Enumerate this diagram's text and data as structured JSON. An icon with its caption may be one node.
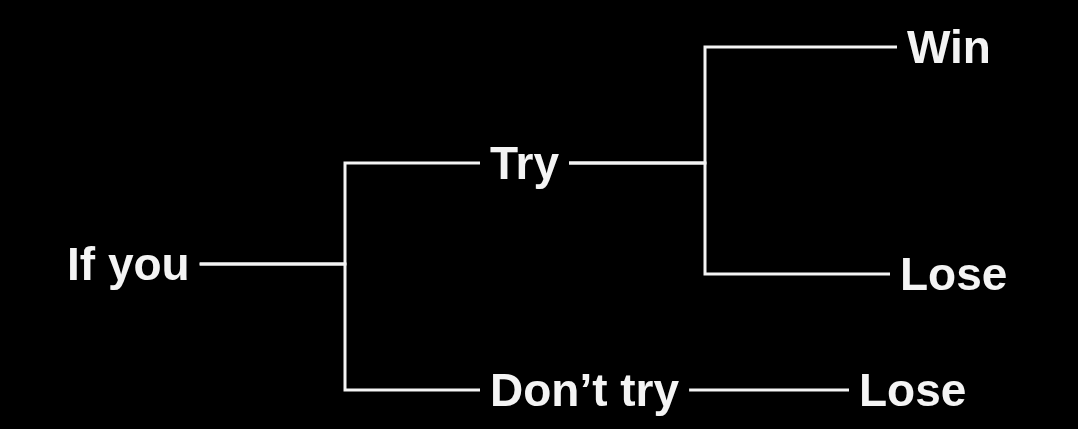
{
  "diagram": {
    "nodes": [
      {
        "text": [
          "If you"
        ]
      },
      {
        "text": [
          "Try"
        ]
      },
      {
        "text": [
          "Don’t try"
        ]
      },
      {
        "text": [
          "Win"
        ]
      },
      {
        "text": [
          "Lose"
        ]
      },
      {
        "text": [
          "Lose"
        ]
      }
    ],
    "edges": [
      {
        "from": 0,
        "to": 1,
        "arrow": "none"
      },
      {
        "from": 0,
        "to": 2,
        "arrow": "none"
      },
      {
        "from": 1,
        "to": 3,
        "arrow": "none"
      },
      {
        "from": 1,
        "to": 4,
        "arrow": "none"
      },
      {
        "from": 2,
        "to": 5,
        "arrow": "none"
      }
    ]
  }
}
